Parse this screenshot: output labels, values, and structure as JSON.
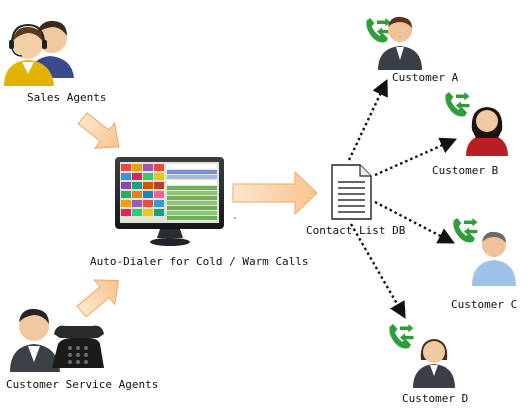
{
  "labels": {
    "sales_agents": "Sales Agents",
    "customer_service_agents": "Customer Service Agents",
    "auto_dialer": "Auto-Dialer for Cold / Warm Calls",
    "contact_list_db": "Contact List DB",
    "customer_a": "Customer A",
    "customer_b": "Customer B",
    "customer_c": "Customer C",
    "customer_d": "Customer D"
  },
  "colors": {
    "flow_arrow_fill": "#fcd3a6",
    "flow_arrow_stroke": "#f2a766",
    "dotted_arrow": "#111111",
    "phone_icon": "#2e9e3b",
    "suit_dark": "#3a3f47",
    "suit_red": "#b81f24",
    "suit_blue": "#9fc3e8"
  },
  "icons": {
    "sales_agents": "headset-agents-icon",
    "customer_service_agents": "agent-with-telephone-icon",
    "auto_dialer": "computer-monitor-icon",
    "contact_list_db": "document-icon",
    "customer_phone": "phone-call-icon",
    "customer": "person-icon"
  }
}
